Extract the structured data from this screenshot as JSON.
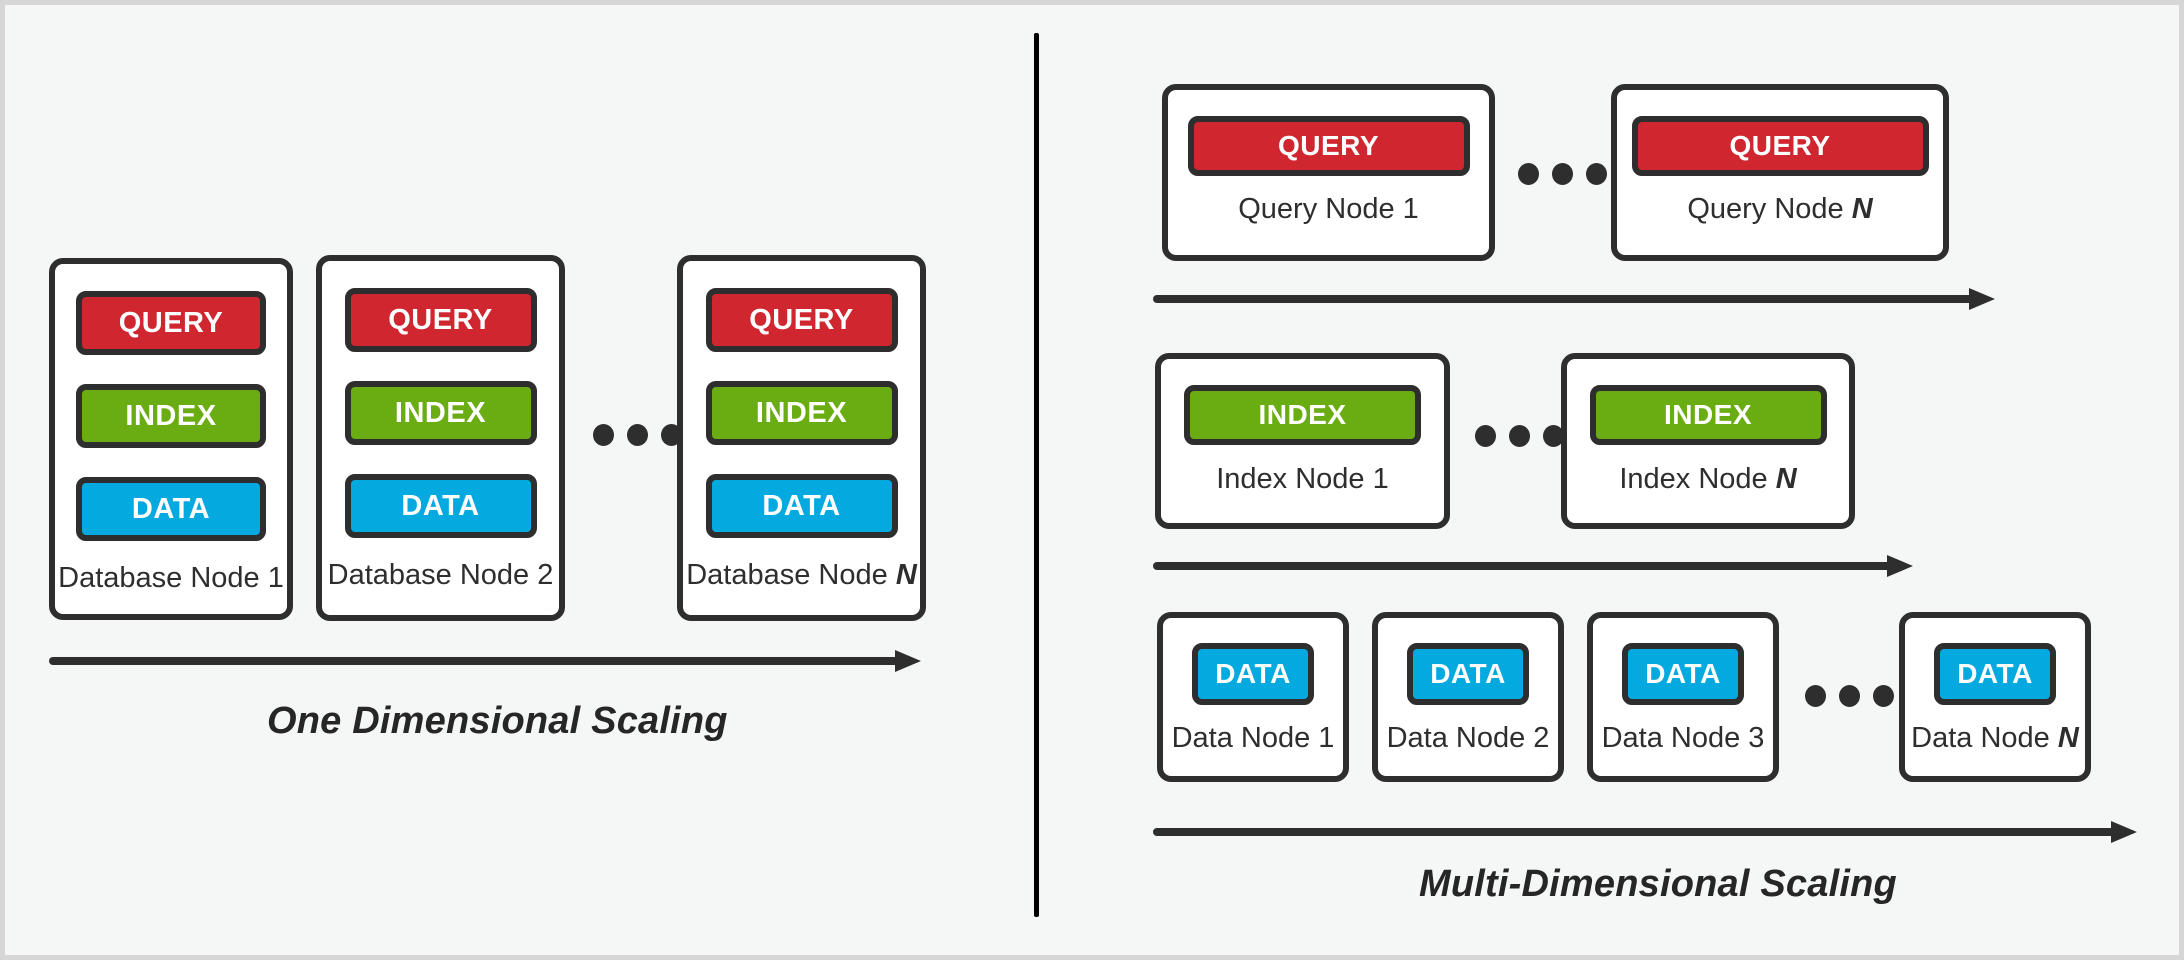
{
  "canvas": {
    "background": "#f5f6f6",
    "border_color": "#d6d6d6",
    "divider_color": "#000000"
  },
  "colors": {
    "query": "#d0262f",
    "index": "#6aad13",
    "data": "#04a9e0",
    "outline": "#2e2e2e",
    "text": "#262626"
  },
  "left_panel": {
    "caption": "One Dimensional Scaling",
    "ellipsis": "•••",
    "cards": [
      {
        "label_prefix": "Database Node ",
        "label_suffix": "1",
        "suffix_italic": false,
        "blocks": [
          {
            "text": "QUERY",
            "kind": "query"
          },
          {
            "text": "INDEX",
            "kind": "index"
          },
          {
            "text": "DATA",
            "kind": "data"
          }
        ]
      },
      {
        "label_prefix": "Database Node ",
        "label_suffix": "2",
        "suffix_italic": false,
        "blocks": [
          {
            "text": "QUERY",
            "kind": "query"
          },
          {
            "text": "INDEX",
            "kind": "index"
          },
          {
            "text": "DATA",
            "kind": "data"
          }
        ]
      },
      {
        "label_prefix": "Database Node ",
        "label_suffix": "N",
        "suffix_italic": true,
        "blocks": [
          {
            "text": "QUERY",
            "kind": "query"
          },
          {
            "text": "INDEX",
            "kind": "index"
          },
          {
            "text": "DATA",
            "kind": "data"
          }
        ]
      }
    ]
  },
  "right_panel": {
    "caption": "Multi-Dimensional Scaling",
    "ellipsis": "•••",
    "query_row": {
      "block_text": "QUERY",
      "cards": [
        {
          "label_prefix": "Query Node ",
          "label_suffix": "1",
          "suffix_italic": false
        },
        {
          "label_prefix": "Query Node ",
          "label_suffix": "N",
          "suffix_italic": true
        }
      ]
    },
    "index_row": {
      "block_text": "INDEX",
      "cards": [
        {
          "label_prefix": "Index Node ",
          "label_suffix": "1",
          "suffix_italic": false
        },
        {
          "label_prefix": "Index Node ",
          "label_suffix": "N",
          "suffix_italic": true
        }
      ]
    },
    "data_row": {
      "block_text": "DATA",
      "cards": [
        {
          "label_prefix": "Data Node ",
          "label_suffix": "1",
          "suffix_italic": false
        },
        {
          "label_prefix": "Data Node ",
          "label_suffix": "2",
          "suffix_italic": false
        },
        {
          "label_prefix": "Data Node ",
          "label_suffix": "3",
          "suffix_italic": false
        },
        {
          "label_prefix": "Data Node ",
          "label_suffix": "N",
          "suffix_italic": true
        }
      ]
    }
  }
}
